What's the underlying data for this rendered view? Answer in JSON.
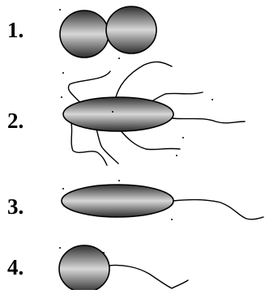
{
  "labels": {
    "one": "1.",
    "two": "2.",
    "three": "3.",
    "four": "4."
  },
  "colors": {
    "cell_gradient_edge": "#2e2e2e",
    "cell_gradient_center": "#d8d8d8",
    "outline": "#000000",
    "background": "#ffffff"
  }
}
